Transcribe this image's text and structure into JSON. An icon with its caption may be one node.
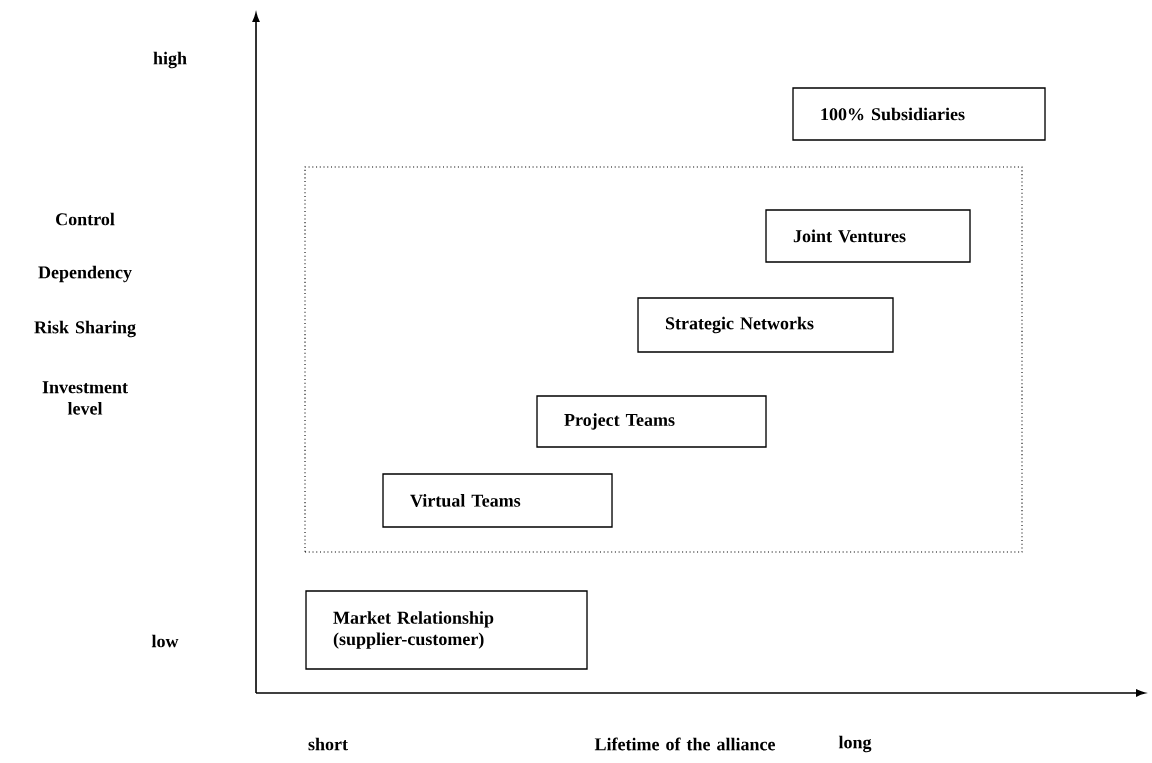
{
  "diagram": {
    "nodes": [
      {
        "text": [
          "100% Subsidiaries"
        ]
      },
      {
        "text": [],
        "shape": "box"
      },
      {
        "text": [
          "Joint Ventures"
        ],
        "in": 1
      },
      {
        "text": [
          "Strategic Networks"
        ],
        "in": 1
      },
      {
        "text": [
          "Project Teams"
        ],
        "in": 1
      },
      {
        "text": [
          "Virtual Teams"
        ],
        "in": 1
      },
      {
        "text": [
          "Market Relationship (supplier-customer)"
        ]
      }
    ],
    "labels": [
      "high",
      "Control",
      "Dependency",
      "Risk Sharing",
      "Investment level",
      "low",
      "short",
      "Lifetime of the alliance",
      "long"
    ]
  }
}
